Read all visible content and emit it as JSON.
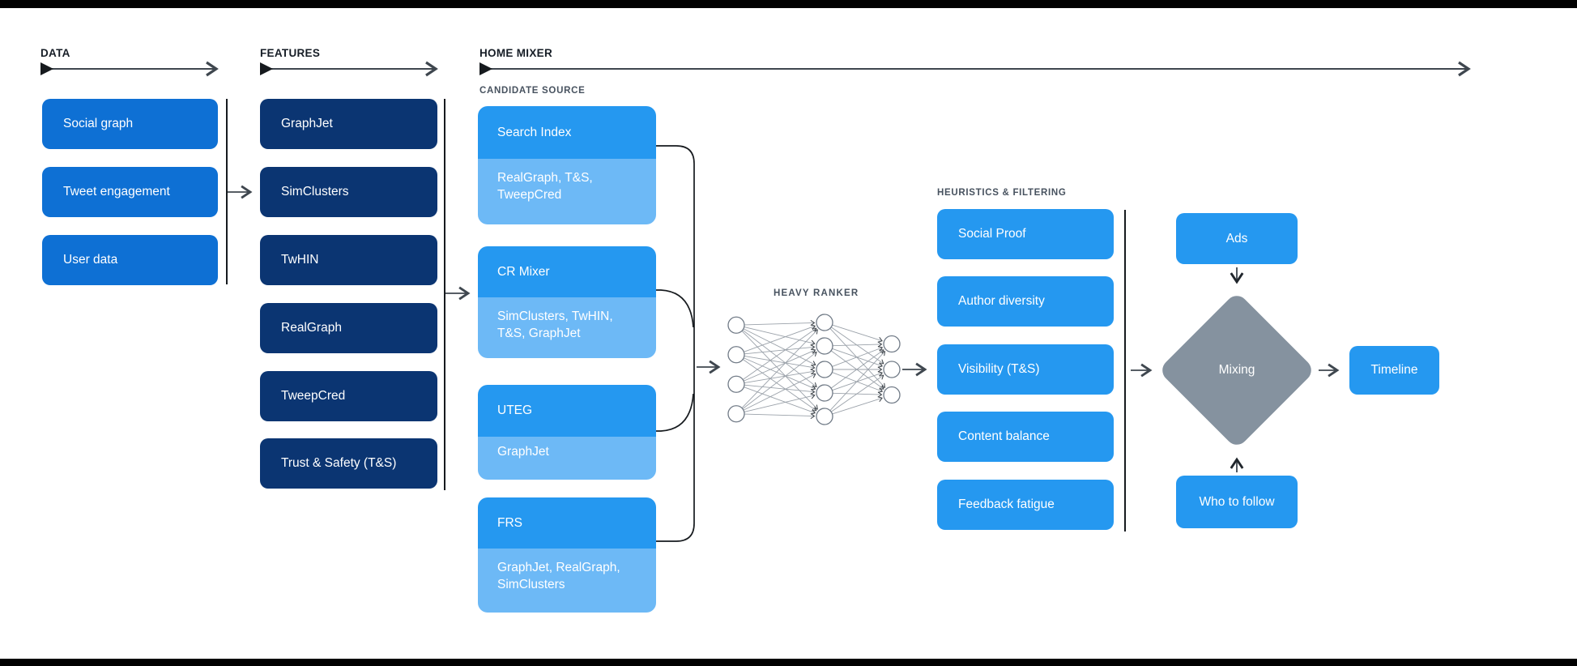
{
  "headers": {
    "data": "DATA",
    "features": "FEATURES",
    "home_mixer": "HOME MIXER"
  },
  "data_column": {
    "boxes": [
      "Social graph",
      "Tweet engagement",
      "User data"
    ]
  },
  "features_column": {
    "boxes": [
      "GraphJet",
      "SimClusters",
      "TwHIN",
      "RealGraph",
      "TweepCred",
      "Trust & Safety (T&S)"
    ]
  },
  "candidate_source": {
    "label": "CANDIDATE SOURCE",
    "groups": [
      {
        "title": "Search Index",
        "sources": "RealGraph, T&S, TweepCred"
      },
      {
        "title": "CR Mixer",
        "sources": "SimClusters, TwHIN, T&S, GraphJet"
      },
      {
        "title": "UTEG",
        "sources": "GraphJet"
      },
      {
        "title": "FRS",
        "sources": "GraphJet, RealGraph, SimClusters"
      }
    ]
  },
  "heavy_ranker": {
    "label": "HEAVY RANKER",
    "layers": [
      4,
      5,
      3
    ]
  },
  "heuristics": {
    "label": "HEURISTICS & FILTERING",
    "boxes": [
      "Social Proof",
      "Author diversity",
      "Visibility (T&S)",
      "Content balance",
      "Feedback fatigue"
    ]
  },
  "mixing": {
    "ads": "Ads",
    "diamond": "Mixing",
    "who_to_follow": "Who to follow",
    "timeline": "Timeline"
  },
  "colors": {
    "data_box": "#0e70d4",
    "feature_box": "#0b3572",
    "bright_blue": "#2598f0",
    "light_blue": "#6db9f6",
    "diamond_gray": "#85929f",
    "frame_bar": "#000000"
  }
}
